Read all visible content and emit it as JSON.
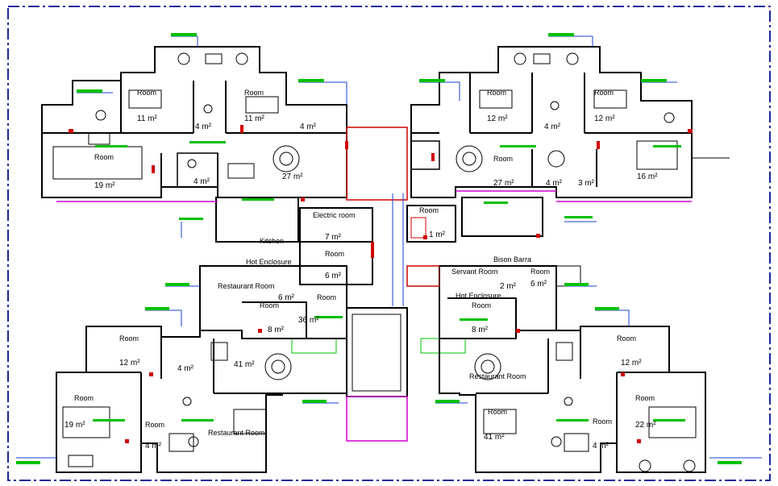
{
  "drawing": {
    "colors": {
      "border": "#1a2a9a",
      "wall": "#000000",
      "annotation": "#00c000",
      "callout": "#1a3fd0",
      "door": "#d00000",
      "stair": "#d000d0"
    },
    "rooms": [
      {
        "id": "r1",
        "name": "Room",
        "area": "11 m²"
      },
      {
        "id": "r2",
        "name": "Room",
        "area": "11 m²"
      },
      {
        "id": "r3",
        "name": "",
        "area": "4 m²"
      },
      {
        "id": "r4",
        "name": "",
        "area": "4 m²"
      },
      {
        "id": "r5",
        "name": "Room",
        "area": "19 m²"
      },
      {
        "id": "r6",
        "name": "",
        "area": "4 m²"
      },
      {
        "id": "r7",
        "name": "",
        "area": "27 m²"
      },
      {
        "id": "r8",
        "name": "Room",
        "area": "12 m²"
      },
      {
        "id": "r9",
        "name": "Room",
        "area": "12 m²"
      },
      {
        "id": "r10",
        "name": "",
        "area": "4 m²"
      },
      {
        "id": "r11",
        "name": "Room",
        "area": "27 m²"
      },
      {
        "id": "r12",
        "name": "",
        "area": "4 m²"
      },
      {
        "id": "r13",
        "name": "",
        "area": "3 m²"
      },
      {
        "id": "r14",
        "name": "",
        "area": "16 m²"
      },
      {
        "id": "r15",
        "name": "Electric room",
        "area": "7 m²"
      },
      {
        "id": "r16",
        "name": "Room",
        "area": "6 m²"
      },
      {
        "id": "r17",
        "name": "Kitchen",
        "area": ""
      },
      {
        "id": "r18",
        "name": "Room",
        "area": "1 m²"
      },
      {
        "id": "r19",
        "name": "Hot Enclosure",
        "area": ""
      },
      {
        "id": "r20",
        "name": "Restaurant Room",
        "area": "6 m²"
      },
      {
        "id": "r21",
        "name": "Room",
        "area": "36 m²"
      },
      {
        "id": "r22",
        "name": "Room",
        "area": "8 m²"
      },
      {
        "id": "r23",
        "name": "Room",
        "area": "12 m²"
      },
      {
        "id": "r24",
        "name": "",
        "area": "41 m²"
      },
      {
        "id": "r25",
        "name": "",
        "area": "4 m²"
      },
      {
        "id": "r26",
        "name": "Room",
        "area": "19 m²"
      },
      {
        "id": "r27",
        "name": "Room",
        "area": ""
      },
      {
        "id": "r28",
        "name": "",
        "area": "4 m²"
      },
      {
        "id": "r29",
        "name": "Restaurant Room",
        "area": ""
      },
      {
        "id": "r30",
        "name": "Servant Room",
        "area": "2 m²"
      },
      {
        "id": "r31",
        "name": "Room",
        "area": "6 m²"
      },
      {
        "id": "r32",
        "name": "Bison Barra",
        "area": ""
      },
      {
        "id": "r33",
        "name": "Hot Enclosure",
        "area": ""
      },
      {
        "id": "r34",
        "name": "Room",
        "area": "8 m²"
      },
      {
        "id": "r35",
        "name": "Room",
        "area": "12 m²"
      },
      {
        "id": "r36",
        "name": "Restaurant Room",
        "area": ""
      },
      {
        "id": "r37",
        "name": "Room",
        "area": "41 m²"
      },
      {
        "id": "r38",
        "name": "Room",
        "area": "4 m²"
      },
      {
        "id": "r39",
        "name": "Room",
        "area": "22 m²"
      }
    ]
  }
}
